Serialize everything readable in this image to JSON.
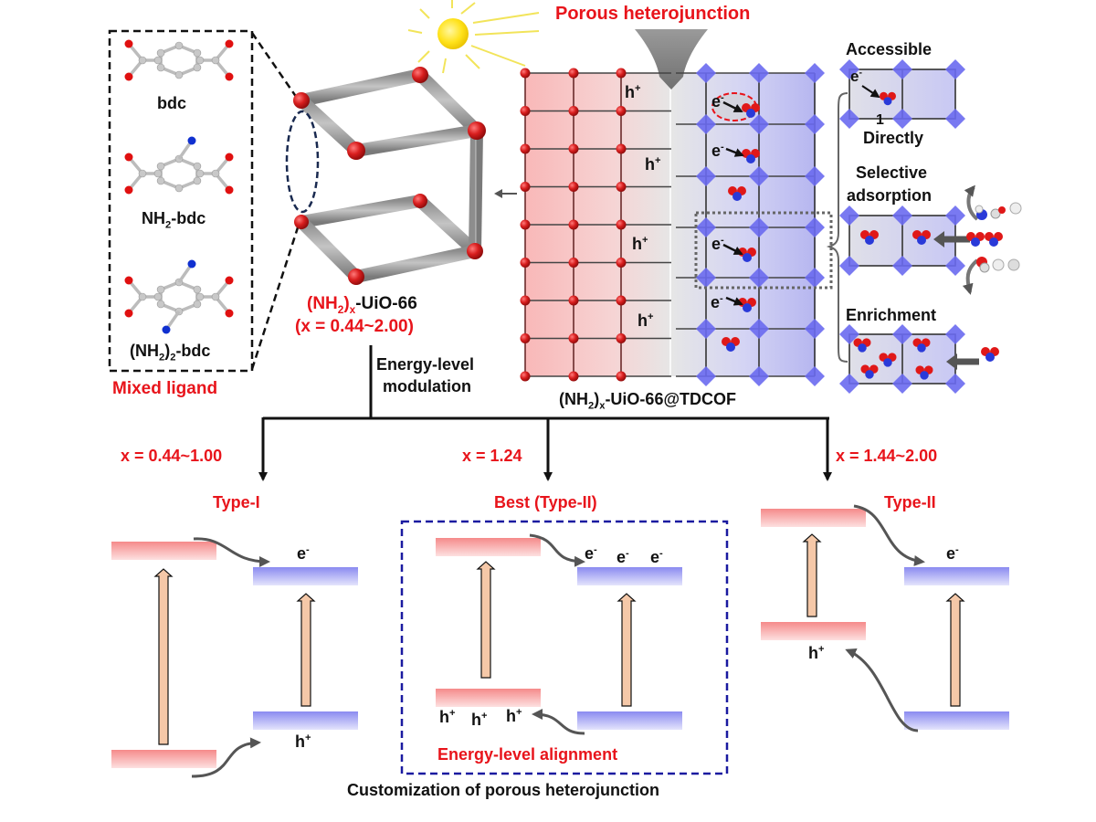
{
  "ligand_panel": {
    "ligands": [
      {
        "name": "bdc",
        "amino_groups": 0
      },
      {
        "name_main": "NH",
        "name_sub": "2",
        "name_tail": "-bdc",
        "amino_groups": 1
      },
      {
        "name_pre": "(NH",
        "name_sub": "2",
        "name_mid": ")",
        "name_sub2": "2",
        "name_tail": "-bdc",
        "amino_groups": 2
      }
    ],
    "caption": "Mixed ligand"
  },
  "mof": {
    "label_red_pre": "(NH",
    "label_red_sub": "2",
    "label_red_close": ")",
    "label_red_subx": "x",
    "label_black": "-UiO-66",
    "range": "(x = 0.44~2.00)"
  },
  "modulation_label": [
    "Energy-level",
    "modulation"
  ],
  "heterojunction": {
    "title": "Porous heterojunction",
    "caption_pre": "(NH",
    "caption_sub": "2",
    "caption_close": ")",
    "caption_subx": "x",
    "caption_tail": "-UiO-66@TDCOF",
    "hole_labels": [
      "h+",
      "h+",
      "h+",
      "h+"
    ],
    "electron_labels": [
      "e-",
      "e-",
      "e-",
      "e-"
    ]
  },
  "advantages": [
    {
      "label": "Accessible",
      "label2": "Directly",
      "marker": "1",
      "electron": "e-"
    },
    {
      "label": "Selective",
      "label2": "adsorption"
    },
    {
      "label": "Enrichment"
    }
  ],
  "branches": [
    {
      "condition": "x = 0.44~1.00",
      "type": "Type-I",
      "electron": "e-",
      "hole": "h+"
    },
    {
      "condition": "x = 1.24",
      "type": "Best (Type-II)",
      "electrons": [
        "e-",
        "e-",
        "e-"
      ],
      "holes": [
        "h+",
        "h+",
        "h+"
      ],
      "box_caption": "Energy-level alignment"
    },
    {
      "condition": "x = 1.44~2.00",
      "type": "Type-II",
      "electron": "e-",
      "hole": "h+"
    }
  ],
  "footer": "Customization of porous heterojunction",
  "colors": {
    "accent_red": "#e8141b",
    "mof_band": "#f58a8a",
    "cof_band": "#8c8cf0",
    "cof_node": "#6a6af0",
    "mof_node": "#d42020",
    "excitation_arrow": "#f5c8a8",
    "highlight_box": "#1a1aa0"
  }
}
